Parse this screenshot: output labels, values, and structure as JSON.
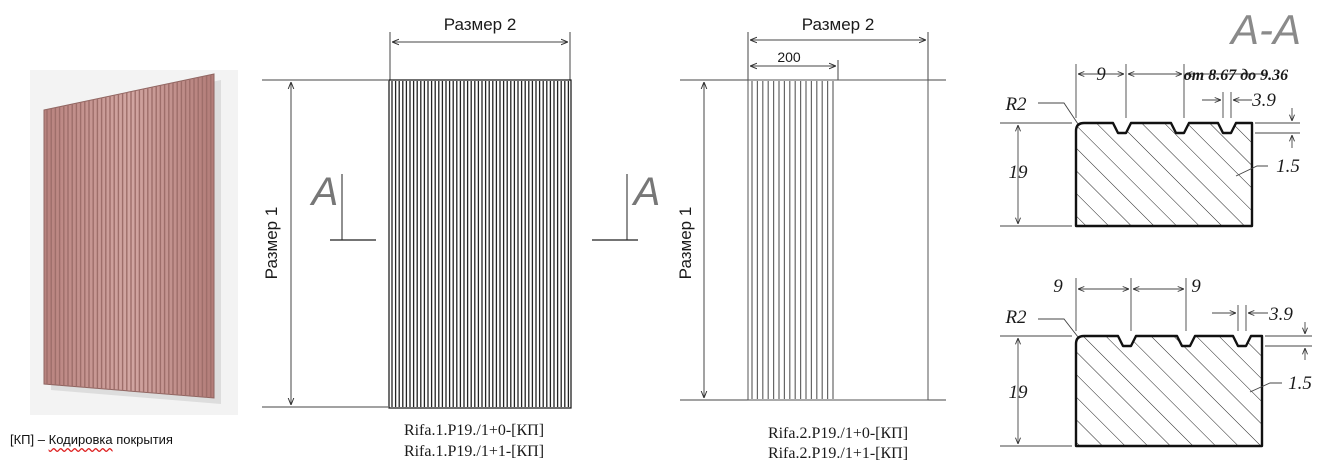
{
  "legend": {
    "code": "[КП]",
    "dash": "–",
    "word1": "Кодировка",
    "word2": "покрытия"
  },
  "panel1": {
    "top_dimension": "Размер 2",
    "side_dimension": "Размер 1",
    "section_mark": "A",
    "codes": [
      "Rifa.1.P19./1+0-[КП]",
      "Rifa.1.P19./1+1-[КП]"
    ]
  },
  "panel2": {
    "top_dimension": "Размер 2",
    "sub_dimension": "200",
    "side_dimension": "Размер 1",
    "codes": [
      "Rifa.2.P19./1+0-[КП]",
      "Rifa.2.P19./1+1-[КП]"
    ]
  },
  "section": {
    "title": "A-A",
    "upper": {
      "pitch": "9",
      "pitch_range": "от 8.67 до 9.36",
      "groove_width": "3.9",
      "radius": "R2",
      "thickness": "19",
      "groove_depth": "1.5"
    },
    "lower": {
      "pitch_left": "9",
      "pitch_right": "9",
      "groove_width": "3.9",
      "radius": "R2",
      "thickness": "19",
      "groove_depth": "1.5"
    }
  },
  "colors": {
    "panel_photo": "#c99a96",
    "line": "#1a1a1a",
    "dimension_line": "#444444"
  }
}
